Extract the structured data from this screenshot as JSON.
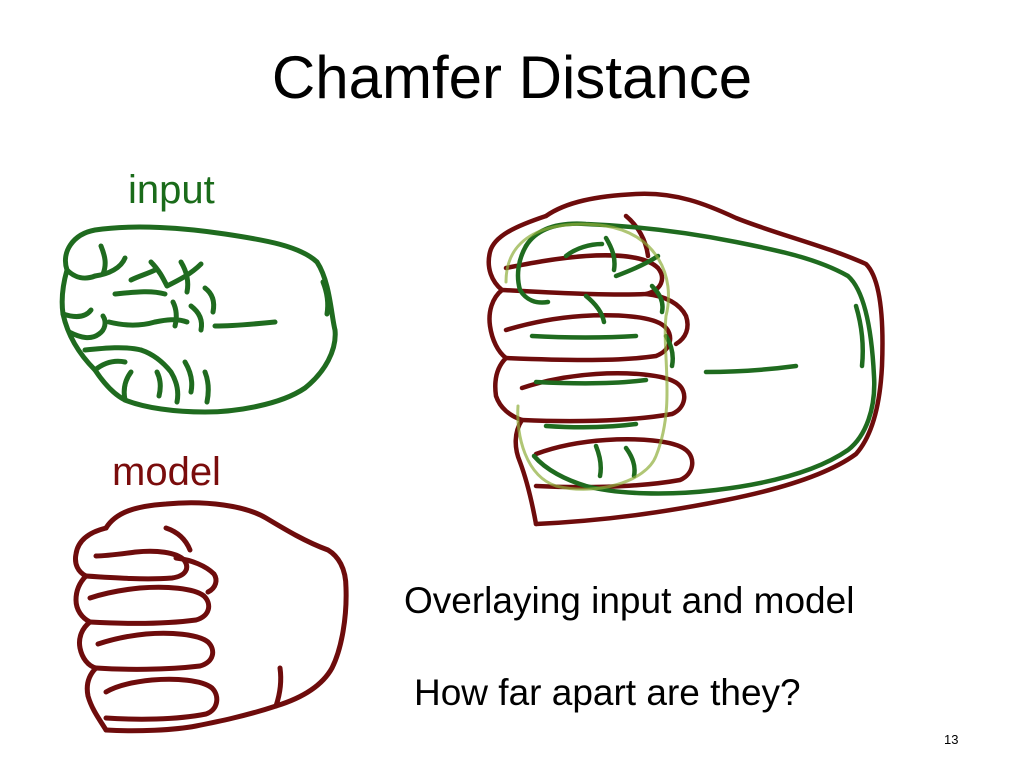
{
  "slide": {
    "title": "Chamfer Distance",
    "label_input": "input",
    "label_model": "model",
    "caption_overlay": "Overlaying input and model",
    "caption_question": "How far apart are they?",
    "page_number": "13"
  },
  "colors": {
    "input_edges": "#1f6b1f",
    "model_edges": "#6e0c0c",
    "title_text": "#000000"
  }
}
